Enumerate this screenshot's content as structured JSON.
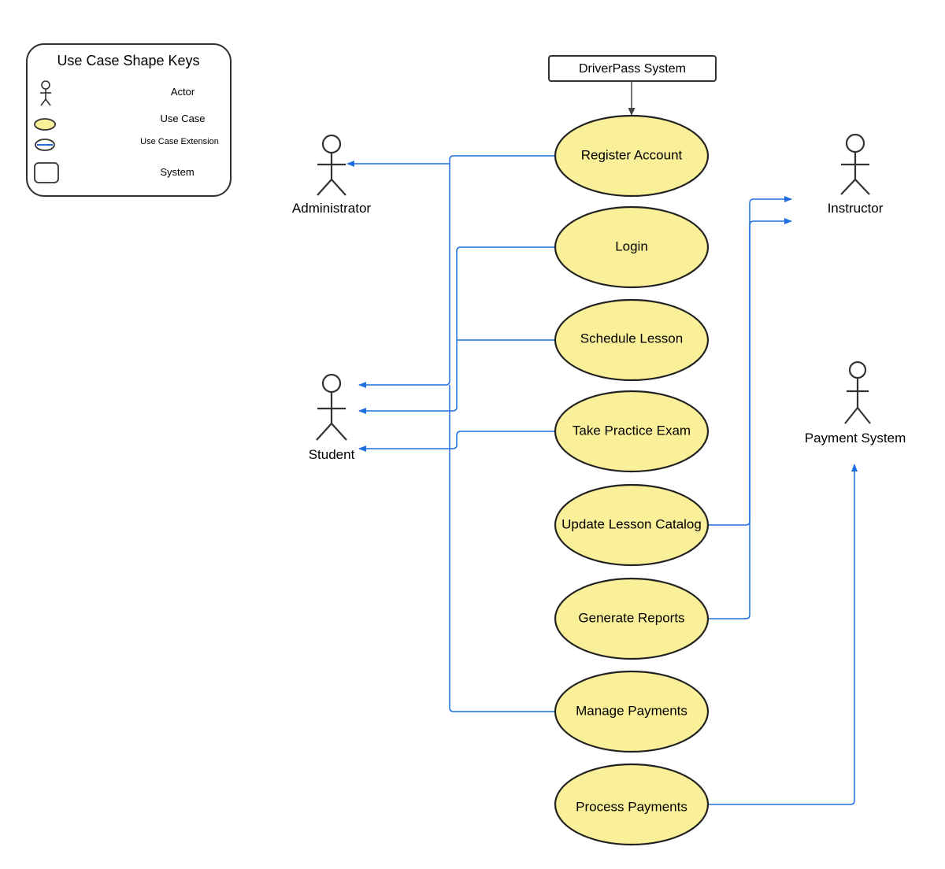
{
  "legend": {
    "title": "Use Case Shape Keys",
    "items": [
      {
        "icon": "actor-icon",
        "label": "Actor"
      },
      {
        "icon": "use-case-icon",
        "label": "Use Case"
      },
      {
        "icon": "use-case-extension-icon",
        "label": "Use Case Extension"
      },
      {
        "icon": "system-icon",
        "label": "System"
      }
    ]
  },
  "system": {
    "label": "DriverPass System"
  },
  "use_cases": [
    "Register Account",
    "Login",
    "Schedule Lesson",
    "Take Practice Exam",
    "Update Lesson Catalog",
    "Generate Reports",
    "Manage Payments",
    "Process Payments"
  ],
  "actors": {
    "administrator": "Administrator",
    "student": "Student",
    "instructor": "Instructor",
    "payment_system": "Payment System"
  },
  "colors": {
    "use_case_fill": "#fbf09a",
    "use_case_stroke": "#222222",
    "connector": "#1f6fe0",
    "actor_stroke": "#333333"
  }
}
